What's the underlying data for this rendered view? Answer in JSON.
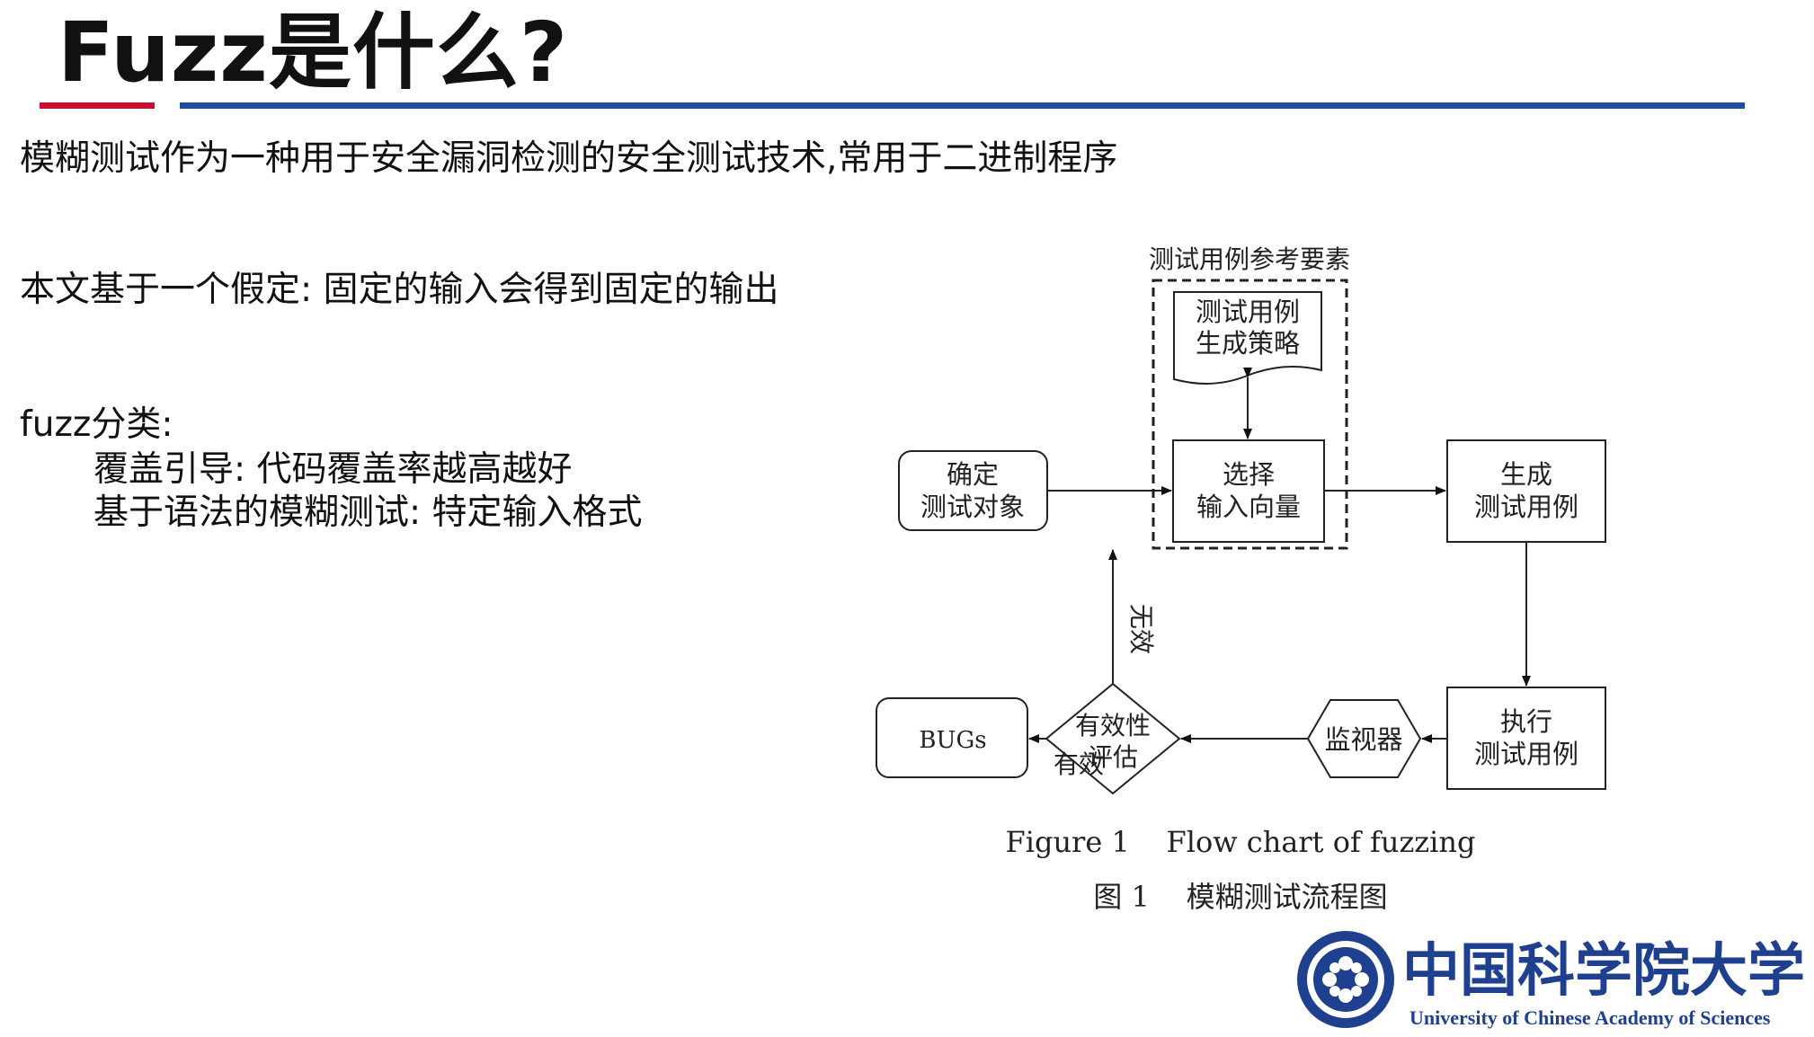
{
  "slide": {
    "title": "Fuzz是什么?",
    "lines": [
      "模糊测试作为一种用于安全漏洞检测的安全测试技术,常用于二进制程序",
      "本文基于一个假定: 固定的输入会得到固定的输出",
      "fuzz分类:",
      "覆盖引导: 代码覆盖率越高越好",
      "基于语法的模糊测试: 特定输入格式"
    ]
  },
  "colors": {
    "title_rule_red": "#c8102e",
    "title_rule_blue": "#1f4e9c",
    "logo_blue": "#1f3f8f"
  },
  "figure": {
    "ref_box_label": "测试用例参考要素",
    "strategy": [
      "测试用例",
      "生成策略"
    ],
    "target": [
      "确定",
      "测试对象"
    ],
    "select": [
      "选择",
      "输入向量"
    ],
    "generate": [
      "生成",
      "测试用例"
    ],
    "execute": [
      "执行",
      "测试用例"
    ],
    "monitor": "监视器",
    "evaluate": [
      "有效性",
      "评估"
    ],
    "bugs": "BUGs",
    "valid_label": "有效",
    "invalid_label": "无效",
    "caption_en": "Figure 1    Flow chart of fuzzing",
    "caption_cn": "图 1    模糊测试流程图"
  },
  "logo": {
    "name_cn": "中国科学院大学",
    "name_en": "University of Chinese Academy of Sciences"
  }
}
